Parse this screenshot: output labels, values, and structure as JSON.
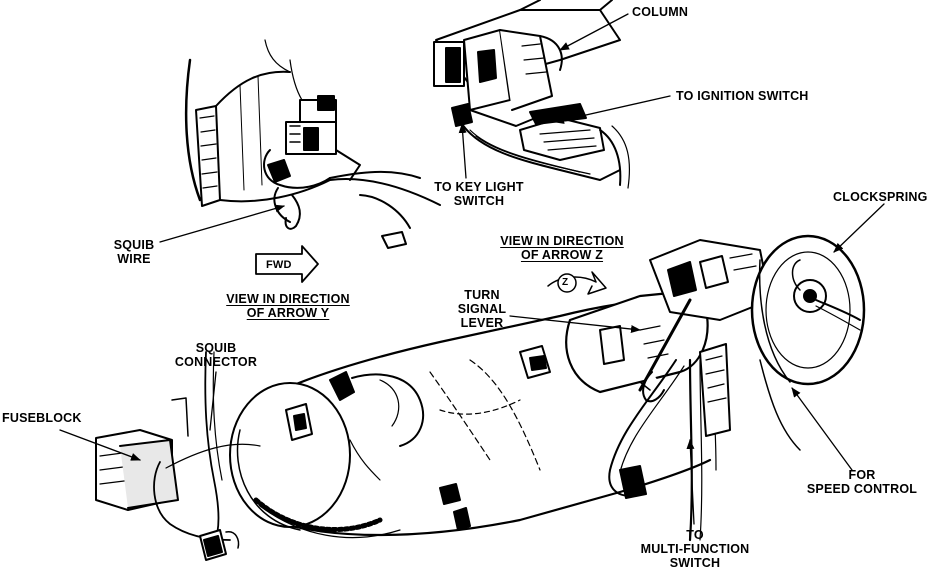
{
  "labels": {
    "column": "COLUMN",
    "to_ignition_switch": "TO IGNITION SWITCH",
    "to_key_light_switch": [
      "TO KEY LIGHT",
      "SWITCH"
    ],
    "clockspring": "CLOCKSPRING",
    "squib_wire": [
      "SQUIB",
      "WIRE"
    ],
    "fwd": "FWD",
    "view_arrow_y": [
      "VIEW IN DIRECTION",
      "OF ARROW Y"
    ],
    "view_arrow_z": [
      "VIEW IN DIRECTION",
      "OF ARROW Z"
    ],
    "arrow_z_letter": "Z",
    "turn_signal_lever": [
      "TURN",
      "SIGNAL",
      "LEVER"
    ],
    "squib_connector": [
      "SQUIB",
      "CONNECTOR"
    ],
    "fuseblock": "FUSEBLOCK",
    "for_speed_control": [
      "FOR",
      "SPEED CONTROL"
    ],
    "to_multi_function_switch": [
      "TO",
      "MULTI-FUNCTION",
      "SWITCH"
    ]
  }
}
